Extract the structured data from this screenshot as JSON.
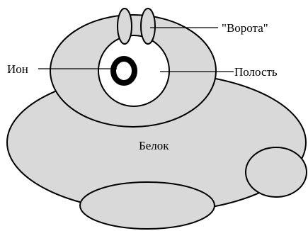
{
  "labels": {
    "ion": "Ион",
    "gate": "\"Ворота\"",
    "cavity": "Полость",
    "protein": "Белок"
  },
  "colors": {
    "protein_fill": "#d9d9d9",
    "cavity_fill": "#ffffff",
    "ion_ring": "#000000",
    "outline": "#000000"
  }
}
